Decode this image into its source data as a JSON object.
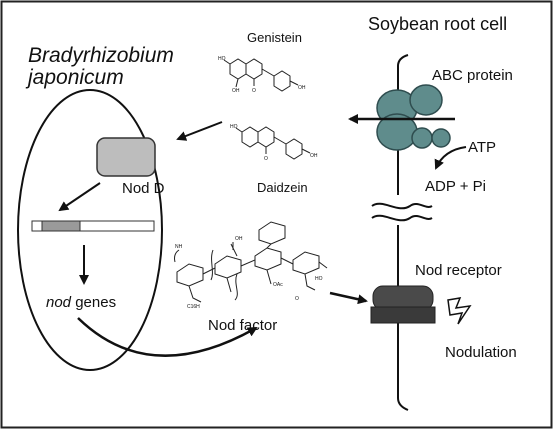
{
  "labels": {
    "bacterium_line1": "Bradyrhizobium",
    "bacterium_line2": "japonicum",
    "soybean_cell": "Soybean root cell",
    "genistein": "Genistein",
    "daidzein": "Daidzein",
    "abc_protein": "ABC protein",
    "atp": "ATP",
    "adp_pi": "ADP + Pi",
    "nod_d": "Nod D",
    "nod_italic": "nod",
    "genes": " genes",
    "nod_factor": "Nod factor",
    "nod_receptor": "Nod receptor",
    "nodulation": "Nodulation"
  },
  "colors": {
    "protein": "#5f8c8c",
    "protein_stroke": "#2f4d4f",
    "nod_d_box": "#bdbdbd",
    "receptor_top": "#4a4a4a",
    "receptor_bottom": "#3a3a3a",
    "gene_segment": "#9a9a9a"
  },
  "icons": {
    "nodulation": "lightning-bolt-icon"
  }
}
